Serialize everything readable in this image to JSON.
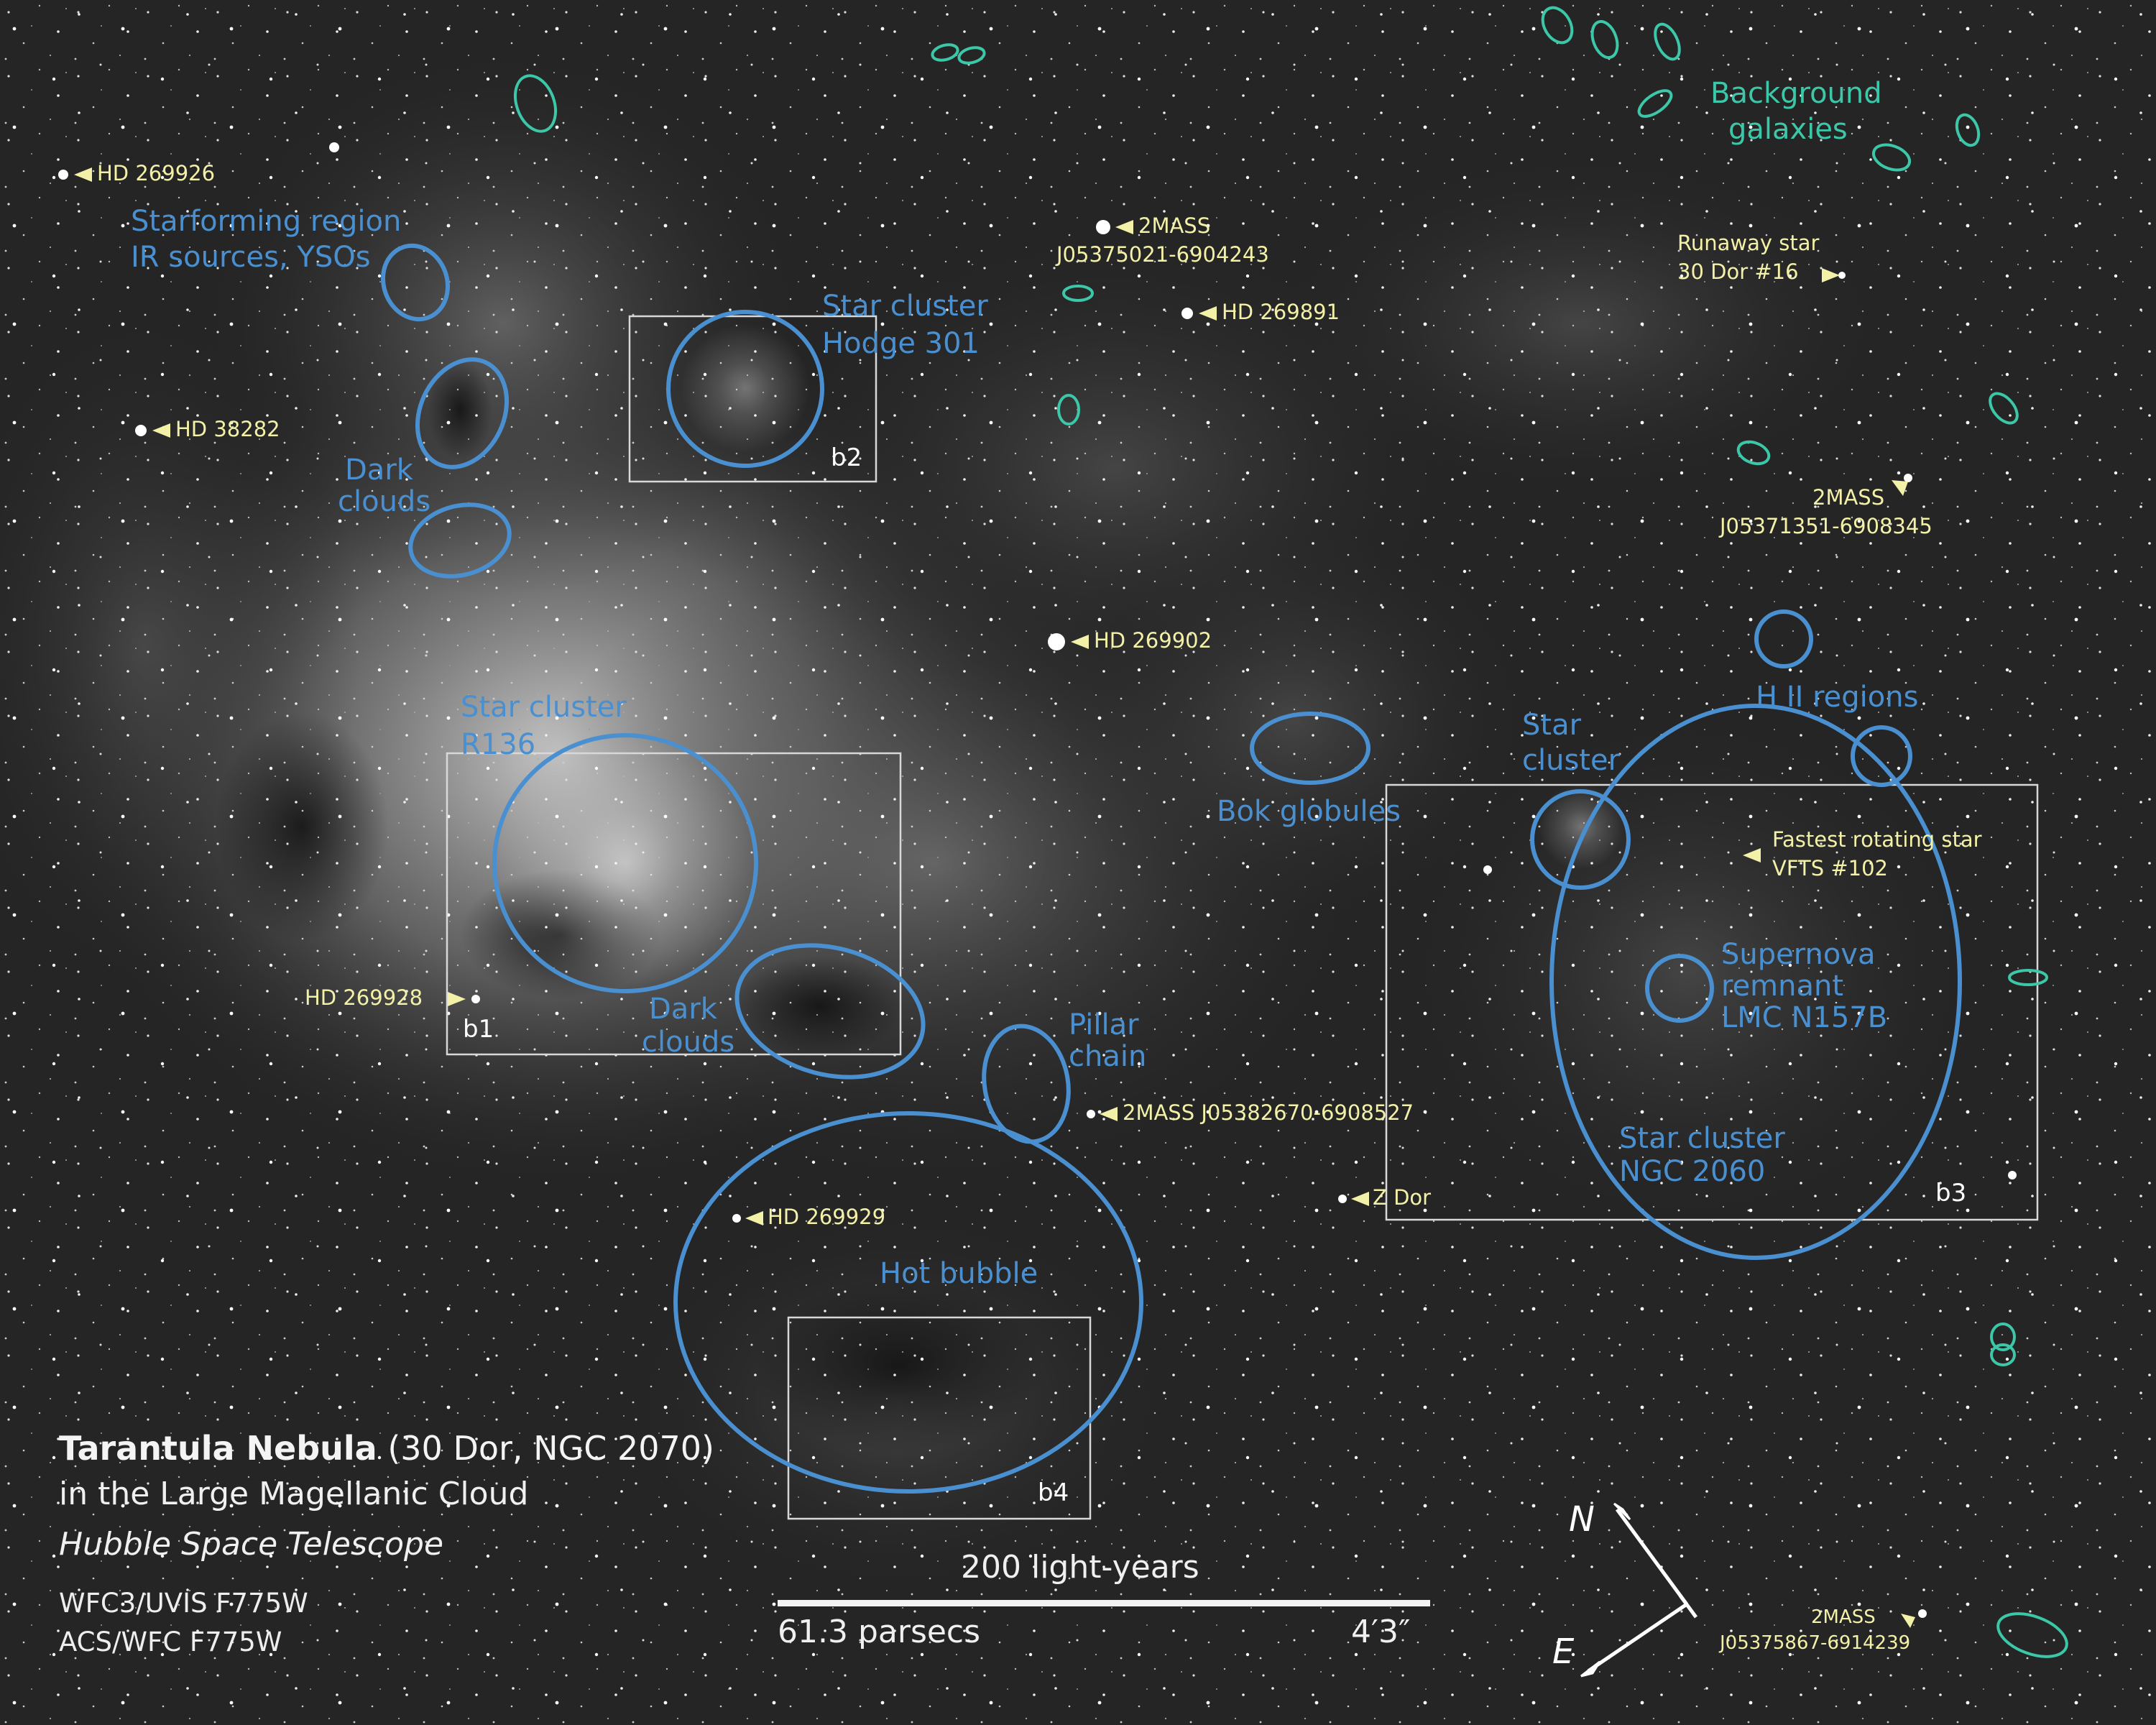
{
  "title": {
    "bold": "Tarantula Nebula",
    "rest": " (30 Dor, NGC 2070)",
    "line2": "in the Large Magellanic Cloud",
    "line3": "Hubble Space Telescope",
    "instrument1": "WFC3/UVIS F775W",
    "instrument2": "ACS/WFC F775W"
  },
  "scale_bar": {
    "top": "200 light-years",
    "bottom_left": "61.3 parsecs",
    "bottom_right": "4′3″"
  },
  "compass": {
    "north": "N",
    "east": "E"
  },
  "colors": {
    "region_blue": "#4a90d0",
    "star_yellow": "#f3f0a8",
    "galaxy_teal": "#3cc8a8",
    "box_white": "#d8d8d8"
  },
  "regions": [
    {
      "id": "starforming",
      "line1": "Starforming region",
      "line2": "IR sources, YSOs"
    },
    {
      "id": "dark-clouds-upper",
      "line1": "Dark",
      "line2": "clouds"
    },
    {
      "id": "hodge301",
      "line1": "Star cluster",
      "line2": "Hodge 301"
    },
    {
      "id": "r136",
      "line1": "Star cluster",
      "line2": "R136"
    },
    {
      "id": "dark-clouds-lower",
      "line1": "Dark",
      "line2": "clouds"
    },
    {
      "id": "pillar",
      "line1": "Pillar",
      "line2": "chain"
    },
    {
      "id": "hot-bubble",
      "line1": "Hot bubble"
    },
    {
      "id": "bok",
      "line1": "Bok globules"
    },
    {
      "id": "star-cluster-b3",
      "line1": "Star",
      "line2": "cluster"
    },
    {
      "id": "hii",
      "line1": "H II regions"
    },
    {
      "id": "snr",
      "line1": "Supernova",
      "line2": "remnant",
      "line3": "LMC N157B"
    },
    {
      "id": "ngc2060",
      "line1": "Star cluster",
      "line2": "NGC 2060"
    }
  ],
  "stars": [
    {
      "id": "hd269926",
      "text": "HD 269926"
    },
    {
      "id": "hd38282",
      "text": "HD 38282"
    },
    {
      "id": "2mass-j05375021",
      "line1": "2MASS",
      "line2": "J05375021-6904243"
    },
    {
      "id": "hd269891",
      "text": "HD 269891"
    },
    {
      "id": "hd269902",
      "text": "HD 269902"
    },
    {
      "id": "hd269928",
      "text": "HD 269928"
    },
    {
      "id": "2mass-j05382670",
      "text": "2MASS J05382670-6908527"
    },
    {
      "id": "hd269929",
      "text": "HD 269929"
    },
    {
      "id": "zdor",
      "text": "Z Dor"
    },
    {
      "id": "runaway",
      "line1": "Runaway star",
      "line2": "30 Dor #16"
    },
    {
      "id": "2mass-j05371351",
      "line1": "2MASS",
      "line2": "J05371351-6908345"
    },
    {
      "id": "vfts102",
      "line1": "Fastest rotating star",
      "line2": "VFTS #102"
    },
    {
      "id": "2mass-j05375867",
      "line1": "2MASS",
      "line2": "J05375867-6914239"
    }
  ],
  "galaxies": {
    "line1": "Background",
    "line2": "galaxies"
  },
  "boxes": [
    {
      "id": "b1",
      "label": "b1"
    },
    {
      "id": "b2",
      "label": "b2"
    },
    {
      "id": "b3",
      "label": "b3"
    },
    {
      "id": "b4",
      "label": "b4"
    }
  ]
}
